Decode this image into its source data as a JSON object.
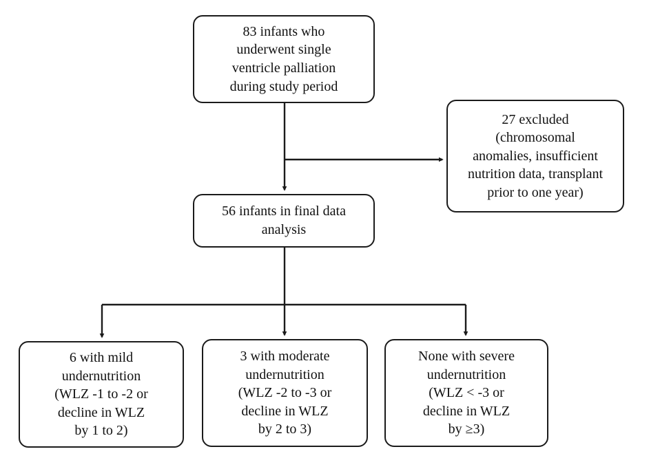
{
  "diagram": {
    "type": "flowchart",
    "orientation": "top-down",
    "title": "",
    "background_color": "#ffffff",
    "stroke_color": "#1a1a1a",
    "text_color": "#111111",
    "nodes": [
      {
        "id": "root",
        "label": "83 infants who\nunderwent single\nventricle palliation\nduring study period",
        "count": 83,
        "shape": "rounded-rectangle"
      },
      {
        "id": "excluded",
        "label": "27 excluded\n(chromosomal\nanomalies, insufficient\nnutrition data, transplant\nprior to one year)",
        "count": 27,
        "shape": "rounded-rectangle"
      },
      {
        "id": "final",
        "label": "56 infants in final data\nanalysis",
        "count": 56,
        "shape": "rounded-rectangle"
      },
      {
        "id": "mild",
        "label": "6 with mild\nundernutrition\n(WLZ -1 to -2 or\ndecline in WLZ\nby 1 to 2)",
        "count": 6,
        "shape": "rounded-rectangle"
      },
      {
        "id": "moderate",
        "label": "3 with moderate\nundernutrition\n(WLZ -2 to -3 or\ndecline in WLZ\nby 2 to 3)",
        "count": 3,
        "shape": "rounded-rectangle"
      },
      {
        "id": "severe",
        "label": "None with severe\nundernutrition\n(WLZ < -3 or\ndecline in WLZ\nby ≥3)",
        "count": 0,
        "shape": "rounded-rectangle"
      }
    ],
    "edges": [
      {
        "from": "root",
        "to": "final",
        "style": "straight-arrow"
      },
      {
        "from": "root",
        "to": "excluded",
        "style": "elbow-arrow"
      },
      {
        "from": "final",
        "to": "mild",
        "style": "elbow-arrow"
      },
      {
        "from": "final",
        "to": "moderate",
        "style": "straight-arrow"
      },
      {
        "from": "final",
        "to": "severe",
        "style": "elbow-arrow"
      }
    ]
  }
}
